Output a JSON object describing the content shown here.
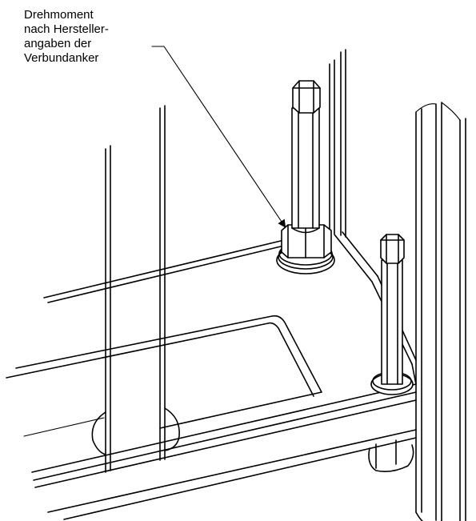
{
  "callout": {
    "lines": [
      "Drehmoment",
      "nach Hersteller-",
      "angaben der",
      "Verbundanker"
    ]
  },
  "colors": {
    "line": "#000000",
    "background": "#ffffff"
  }
}
